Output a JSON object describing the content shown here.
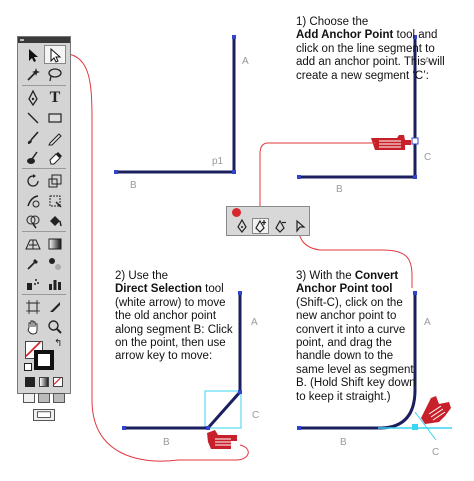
{
  "instructions": {
    "step1": {
      "prefix": "1) Choose the",
      "tool": "Add Anchor Point",
      "suffix": "tool and click on the line segment to add an anchor point. This will create a new segment ‘C’:"
    },
    "step2": {
      "prefix": "2) Use the",
      "tool": "Direct Selection",
      "suffix": "tool (white arrow) to move the old anchor point along segment B: Click on the point, then use arrow key to move:"
    },
    "step3": {
      "prefix": "3) With the",
      "tool": "Convert Anchor Point tool",
      "suffix": "(Shift-C), click on the new anchor point to convert it into a curve point, and drag the handle down to the same level as segment B. (Hold Shift key down to keep it straight.)"
    }
  },
  "labels": {
    "topleft": {
      "a": "A",
      "b": "B",
      "p1": "p1"
    },
    "topright": {
      "a": "A",
      "b": "B",
      "c": "C"
    },
    "bottomleft": {
      "a": "A",
      "b": "B",
      "c": "C"
    },
    "bottomright": {
      "a": "A",
      "b": "B",
      "c": "C"
    }
  },
  "pen_panel": {
    "tools": [
      "pen-tool",
      "add-anchor-point-tool",
      "delete-anchor-point-tool",
      "convert-anchor-point-tool"
    ],
    "selected": "add-anchor-point-tool"
  },
  "toolbar": {
    "selected": "direct-selection-tool",
    "type_tool_glyph": "T"
  },
  "colors": {
    "path": "#1b1f5e",
    "anchor": "#3344cc",
    "handle": "#38d4f0",
    "flow_line": "#e0383e",
    "hand": "#c8202a",
    "panel_close": "#d8262e"
  },
  "icons": {
    "pointer": "pointing-hand-icon"
  }
}
